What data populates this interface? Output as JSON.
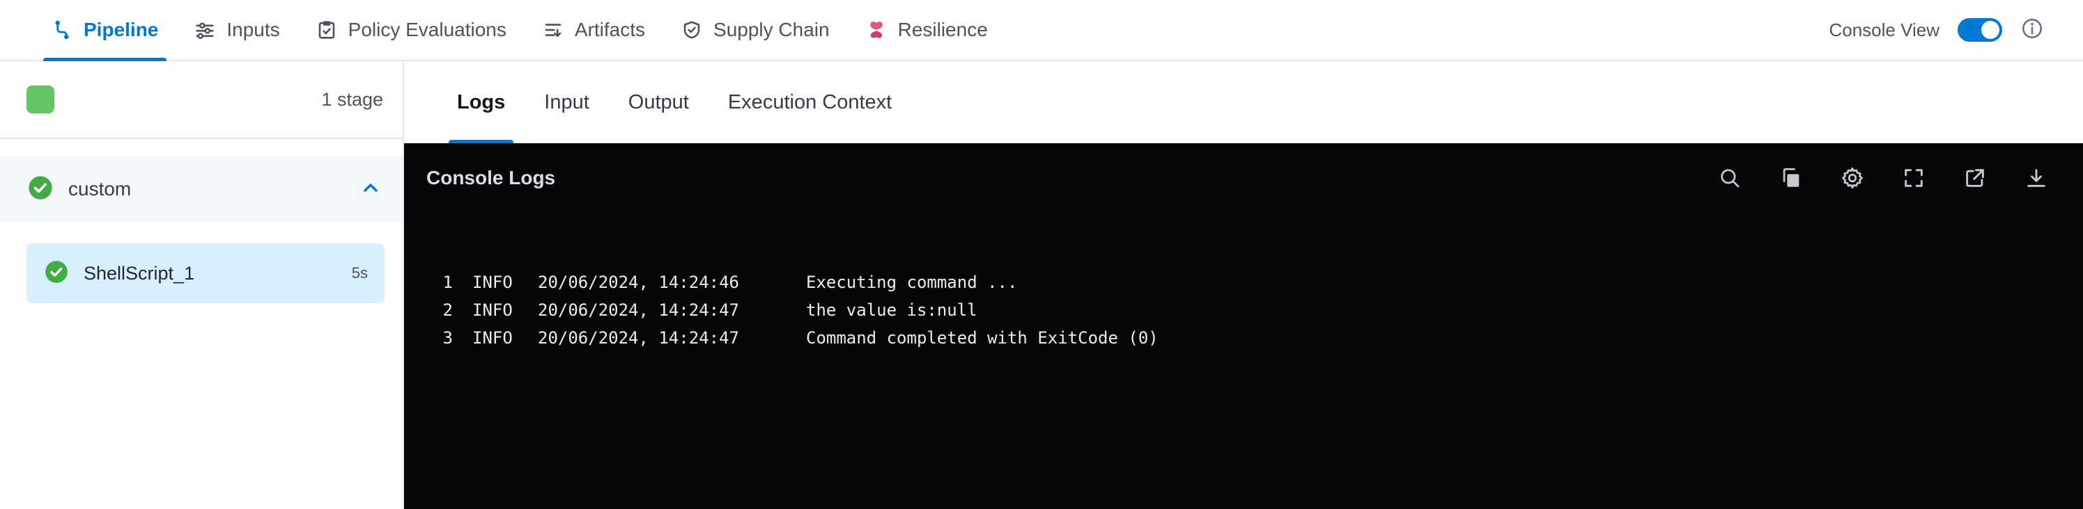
{
  "topnav": {
    "tabs": [
      {
        "label": "Pipeline"
      },
      {
        "label": "Inputs"
      },
      {
        "label": "Policy Evaluations"
      },
      {
        "label": "Artifacts"
      },
      {
        "label": "Supply Chain"
      },
      {
        "label": "Resilience"
      }
    ],
    "console_view_label": "Console View",
    "console_view_on": true
  },
  "sidebar": {
    "stage_count": "1 stage",
    "group_label": "custom",
    "step": {
      "label": "ShellScript_1",
      "duration": "5s"
    }
  },
  "content_tabs": [
    {
      "label": "Logs"
    },
    {
      "label": "Input"
    },
    {
      "label": "Output"
    },
    {
      "label": "Execution Context"
    }
  ],
  "console": {
    "title": "Console Logs",
    "icon_names": [
      "search",
      "copy",
      "settings",
      "fullscreen",
      "open-in-new",
      "download"
    ],
    "logs": [
      {
        "num": "1",
        "level": "INFO",
        "time": "20/06/2024, 14:24:46",
        "message": "Executing command ..."
      },
      {
        "num": "2",
        "level": "INFO",
        "time": "20/06/2024, 14:24:47",
        "message": "the value is:null"
      },
      {
        "num": "3",
        "level": "INFO",
        "time": "20/06/2024, 14:24:47",
        "message": "Command completed with ExitCode (0)"
      }
    ]
  },
  "colors": {
    "accent_blue": "#0278D5",
    "success_green": "#42AB45",
    "stage_green": "#63C563",
    "resilience_pink": "#D9386B",
    "step_highlight": "#D8F0FD",
    "console_bg": "#070709"
  }
}
